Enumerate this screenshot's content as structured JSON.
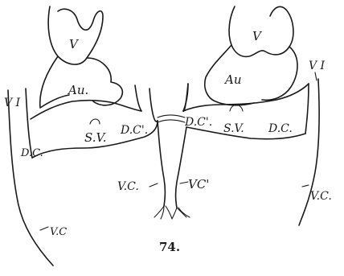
{
  "figure": {
    "number": "74.",
    "labels": {
      "left_v": "V",
      "left_au": "Au.",
      "left_sv": "S.V.",
      "left_dc_inner": "D.C'.",
      "left_dc_outer": "D.C.",
      "left_vi": "V I",
      "left_vc_inner": "V.C.",
      "left_vc_outer": "V.C",
      "right_v": "V",
      "right_au": "Au",
      "right_sv": "S.V.",
      "right_dc_inner": "D.C'.",
      "right_dc_outer": "D.C.",
      "right_vi": "V I",
      "right_vc_inner": "VC'",
      "right_vc_outer": "V.C."
    }
  }
}
